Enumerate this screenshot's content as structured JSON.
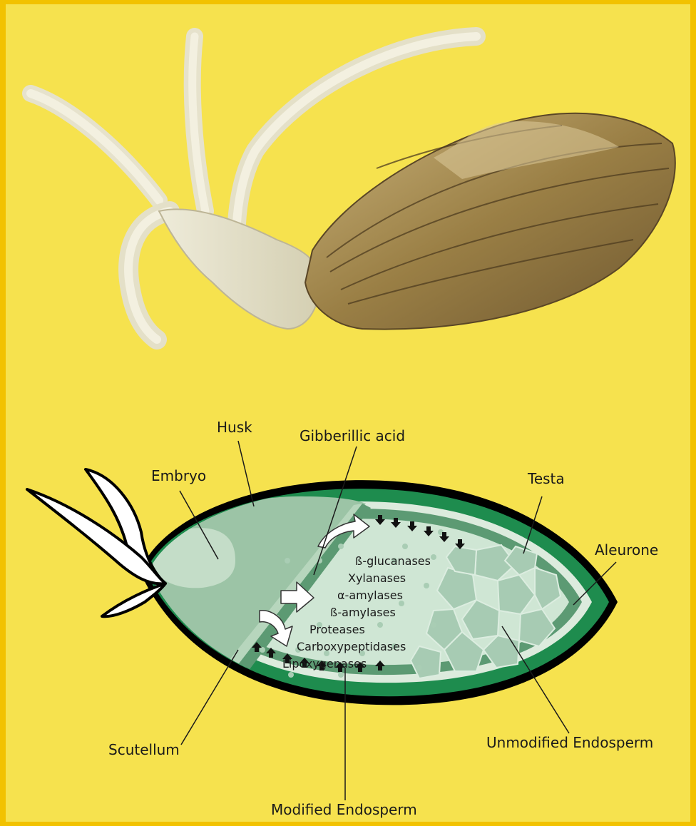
{
  "labels": {
    "husk": "Husk",
    "gibberellic_acid": "Gibberillic acid",
    "embryo": "Embryo",
    "testa": "Testa",
    "aleurone": "Aleurone",
    "scutellum": "Scutellum",
    "unmodified_endosperm": "Unmodified Endosperm",
    "modified_endosperm": "Modified Endosperm"
  },
  "enzymes": [
    "ß-glucanases",
    "Xylanases",
    "α-amylases",
    "ß-amylases",
    "Proteases",
    "Carboxypeptidases",
    "Lipoxygenases"
  ],
  "colors": {
    "background": "#F6E24E",
    "border": "#F2C200",
    "husk_outline": "#000000",
    "testa_green": "#1E8C4E",
    "aleurone_green": "#5C9A73",
    "endosperm_light": "#CFE6D4",
    "embryo_green": "#9CC4A6"
  },
  "icons": [
    "germinating-barley-photo",
    "white-arrow-icon",
    "black-arrow-icon"
  ]
}
